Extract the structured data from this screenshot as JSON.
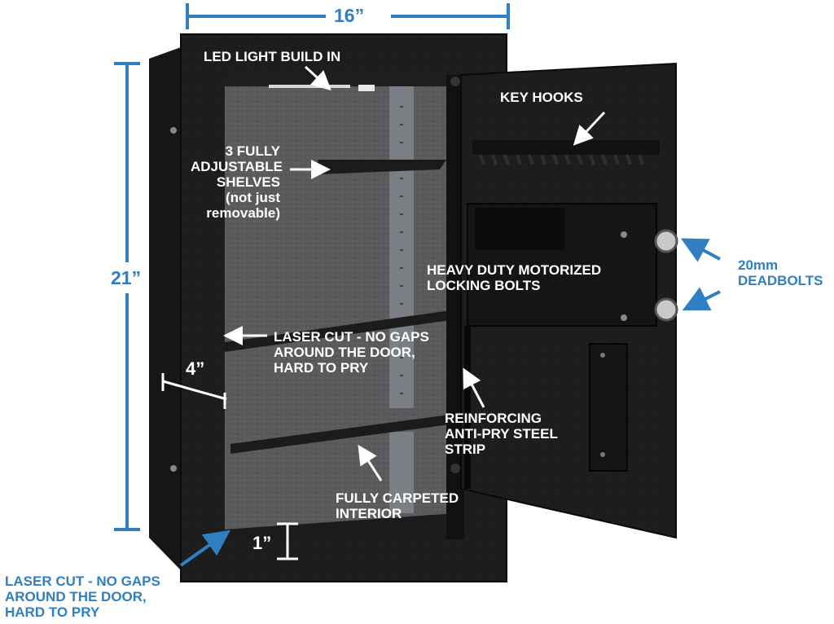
{
  "dimensions": {
    "width": "16”",
    "height": "21”",
    "depth": "4”",
    "lip": "1”"
  },
  "callouts": {
    "led_light": "LED LIGHT BUILD IN",
    "key_hooks": "KEY HOOKS",
    "shelves": [
      "3 FULLY",
      "ADJUSTABLE",
      "SHELVES",
      "(not just",
      "removable)"
    ],
    "motorized_bolts": [
      "HEAVY DUTY MOTORIZED",
      "LOCKING BOLTS"
    ],
    "deadbolts": [
      "20mm",
      "DEADBOLTS"
    ],
    "laser_cut_inside": [
      "LASER CUT - NO GAPS",
      "AROUND THE DOOR,",
      "HARD TO PRY"
    ],
    "reinforcing": [
      "REINFORCING",
      "ANTI-PRY STEEL",
      "STRIP"
    ],
    "carpeted": [
      "FULLY CARPETED",
      "INTERIOR"
    ],
    "laser_cut_outside": [
      "LASER CUT - NO GAPS",
      "AROUND THE DOOR,",
      "HARD TO PRY"
    ]
  },
  "colors": {
    "accent_blue": "#2f7fc2",
    "safe_body": "#1f1f1f",
    "carpet": "#58585a",
    "label_white": "#ffffff"
  }
}
